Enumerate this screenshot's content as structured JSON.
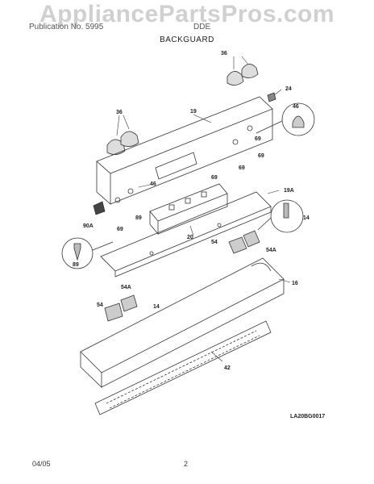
{
  "watermark": "AppliancePartsPros.com",
  "header": {
    "left_text": "Publication No. 5995",
    "right_text": "DDE",
    "section_title": "BACKGUARD"
  },
  "callouts": {
    "c36a": "36",
    "c36b": "36",
    "c24": "24",
    "c19": "19",
    "c46a": "46",
    "c46b": "46",
    "c69a": "69",
    "c69b": "69",
    "c69c": "69",
    "c69d": "69",
    "c69e": "69",
    "c19a": "19A",
    "c14a": "14",
    "c54a": "54",
    "c54Aa": "54A",
    "c20": "20",
    "c89a": "89",
    "c89b": "89",
    "c90a": "90A",
    "c16": "16",
    "c54Ab": "54A",
    "c54b": "54",
    "c14b": "14",
    "c42": "42"
  },
  "drawing_code": "LA20BG0017",
  "footer": {
    "date": "04/05",
    "page": "2"
  }
}
